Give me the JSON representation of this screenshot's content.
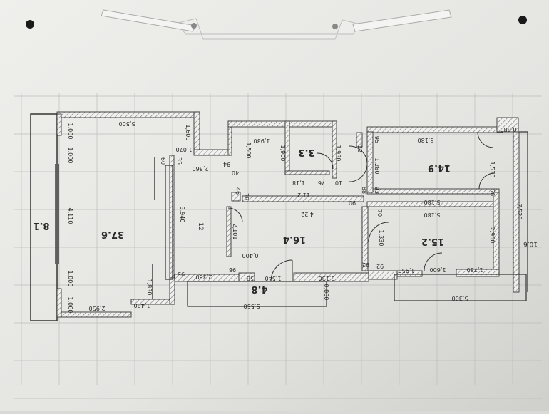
{
  "colors": {
    "paper": "#e6e6e3",
    "ink": "#333333",
    "grid": "#bdbdbb",
    "hatch": "#777777"
  },
  "icons": [
    "binder-hole-icon",
    "paper-clip-icon",
    "door-swing-icon"
  ],
  "rooms": {
    "living": "37.6",
    "balcony_left": "8.1",
    "hall": "12",
    "center": "16.4",
    "small": "3.3",
    "bedroom_top": "14.9",
    "bedroom_bottom": "15.2",
    "balcony_bottom": "4.8",
    "right_strip": "10.6"
  },
  "dims": {
    "d5500_top": "5,500",
    "d1000_a": "1,000",
    "d1000_b": "1,000",
    "d4110": "4,110",
    "d1000_c": "1,000",
    "d1060": "1,060",
    "d2950_bl": "2,950",
    "d1480": "1,480",
    "d1830": "1,830",
    "d1600": "1,600",
    "d1070": "1,070",
    "d60": "60",
    "d35": "35",
    "d2360_top": "2,360",
    "d94": "94",
    "d40": "40",
    "d1500": "1,500",
    "d1930": "1,930",
    "d1900": "1,900",
    "d1930b": "1,930",
    "d1_18": "1,18",
    "d76": "76",
    "d10": "10",
    "d32": "32",
    "d95a": "95",
    "d5180_top": "5,180",
    "d0880": "0,880",
    "d1280": "1,280",
    "d1530": "1,530",
    "d11_2": "11.2",
    "d38": "38",
    "d46": "46",
    "d88": "88",
    "d93": "93",
    "d56": "56",
    "d5180_mid": "5,180",
    "d5180_mid2": "5,180",
    "d7520": "7,520",
    "d4_22": "4.22",
    "d90": "90",
    "d70": "70",
    "d2101": "2,101",
    "d1330": "1,330",
    "d2950_r": "2,950",
    "d3940": "3,940",
    "d0400": "0,400",
    "d98": "98",
    "d92": "92",
    "d92b": "92",
    "d1950": "1,950",
    "d1600b": "1,600",
    "d1750": "1,750",
    "d95b": "95",
    "d2360_bot": "2,360",
    "d58": "58",
    "d1540": "1,540",
    "d3130": "3,130",
    "d0880b": "0,880",
    "d5550": "5,550",
    "d5300": "5,300"
  }
}
